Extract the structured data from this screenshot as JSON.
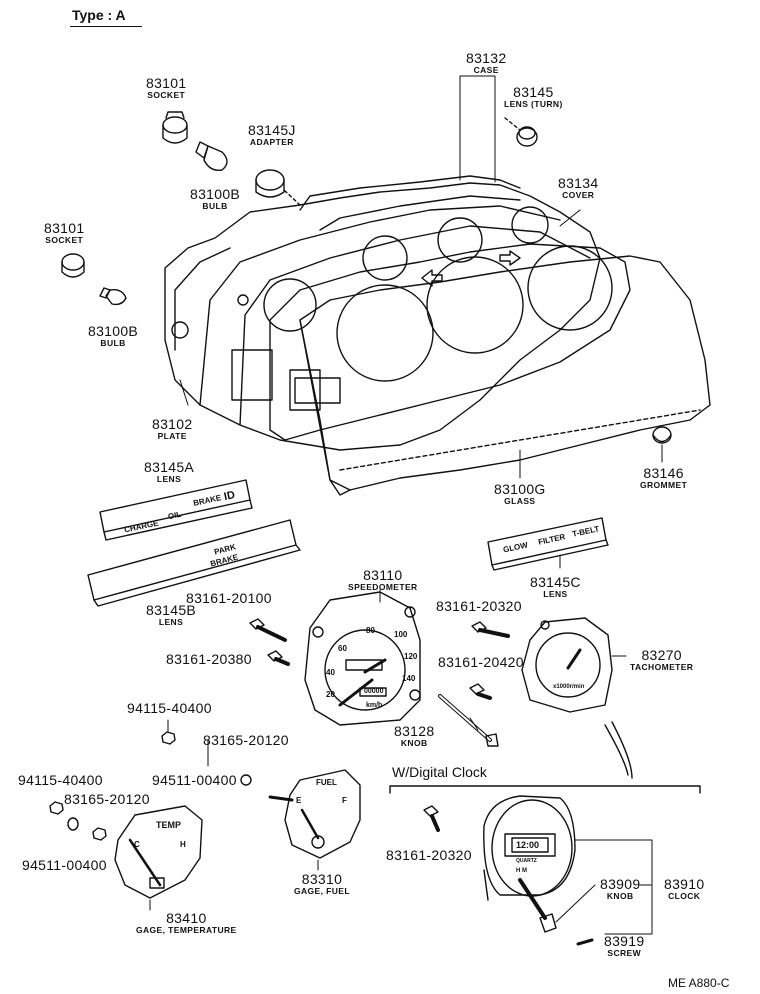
{
  "header": {
    "type_label": "Type : A"
  },
  "section": {
    "digital_clock_title": "W/Digital Clock"
  },
  "drawing_code": "ME A880-C",
  "parts": [
    {
      "id": "p83132",
      "number": "83132",
      "desc": "CASE"
    },
    {
      "id": "p83145",
      "number": "83145",
      "desc": "LENS (TURN)"
    },
    {
      "id": "p83101a",
      "number": "83101",
      "desc": "SOCKET"
    },
    {
      "id": "p83145J",
      "number": "83145J",
      "desc": "ADAPTER"
    },
    {
      "id": "p83100Ba",
      "number": "83100B",
      "desc": "BULB"
    },
    {
      "id": "p83134",
      "number": "83134",
      "desc": "COVER"
    },
    {
      "id": "p83101b",
      "number": "83101",
      "desc": "SOCKET"
    },
    {
      "id": "p83100Bb",
      "number": "83100B",
      "desc": "BULB"
    },
    {
      "id": "p83102",
      "number": "83102",
      "desc": "PLATE"
    },
    {
      "id": "p83146",
      "number": "83146",
      "desc": "GROMMET"
    },
    {
      "id": "p83145A",
      "number": "83145A",
      "desc": "LENS"
    },
    {
      "id": "p83100G",
      "number": "83100G",
      "desc": "GLASS"
    },
    {
      "id": "p83145C",
      "number": "83145C",
      "desc": "LENS"
    },
    {
      "id": "p83145B",
      "number": "83145B",
      "desc": "LENS"
    },
    {
      "id": "p83110",
      "number": "83110",
      "desc": "SPEEDOMETER"
    },
    {
      "id": "p83161_20100",
      "number": "83161-20100",
      "desc": ""
    },
    {
      "id": "p83161_20320a",
      "number": "83161-20320",
      "desc": ""
    },
    {
      "id": "p83161_20380",
      "number": "83161-20380",
      "desc": ""
    },
    {
      "id": "p83161_20420",
      "number": "83161-20420",
      "desc": ""
    },
    {
      "id": "p83270",
      "number": "83270",
      "desc": "TACHOMETER"
    },
    {
      "id": "p94115a",
      "number": "94115-40400",
      "desc": ""
    },
    {
      "id": "p83128",
      "number": "83128",
      "desc": "KNOB"
    },
    {
      "id": "p83165a",
      "number": "83165-20120",
      "desc": ""
    },
    {
      "id": "p94511a",
      "number": "94511-00400",
      "desc": ""
    },
    {
      "id": "p94115b",
      "number": "94115-40400",
      "desc": ""
    },
    {
      "id": "p83165b",
      "number": "83165-20120",
      "desc": ""
    },
    {
      "id": "p94511b",
      "number": "94511-00400",
      "desc": ""
    },
    {
      "id": "p83161_20320b",
      "number": "83161-20320",
      "desc": ""
    },
    {
      "id": "p83310",
      "number": "83310",
      "desc": "GAGE, FUEL"
    },
    {
      "id": "p83909",
      "number": "83909",
      "desc": "KNOB"
    },
    {
      "id": "p83910",
      "number": "83910",
      "desc": "CLOCK"
    },
    {
      "id": "p83410",
      "number": "83410",
      "desc": "GAGE, TEMPERATURE"
    },
    {
      "id": "p83919",
      "number": "83919",
      "desc": "SCREW"
    }
  ],
  "lens_text": {
    "lens_a": [
      "CHARGE",
      "OIL",
      "BRAKE",
      "ID"
    ],
    "lens_b": [
      "PARK",
      "BRAKE"
    ],
    "lens_c": [
      "GLOW",
      "FILTER",
      "T-BELT"
    ]
  },
  "gauge_text": {
    "speedo_scale": [
      "20",
      "40",
      "60",
      "80",
      "100",
      "120",
      "140"
    ],
    "speedo_unit": "km/h",
    "speedo_odometer": "00000",
    "tacho_unit": "x1000r/min",
    "fuel_label": "FUEL",
    "fuel_e": "E",
    "fuel_f": "F",
    "temp_label": "TEMP",
    "temp_c": "C",
    "temp_h": "H",
    "clock_time": "12:00",
    "clock_brand": "QUARTZ",
    "clock_buttons": "H  M"
  }
}
